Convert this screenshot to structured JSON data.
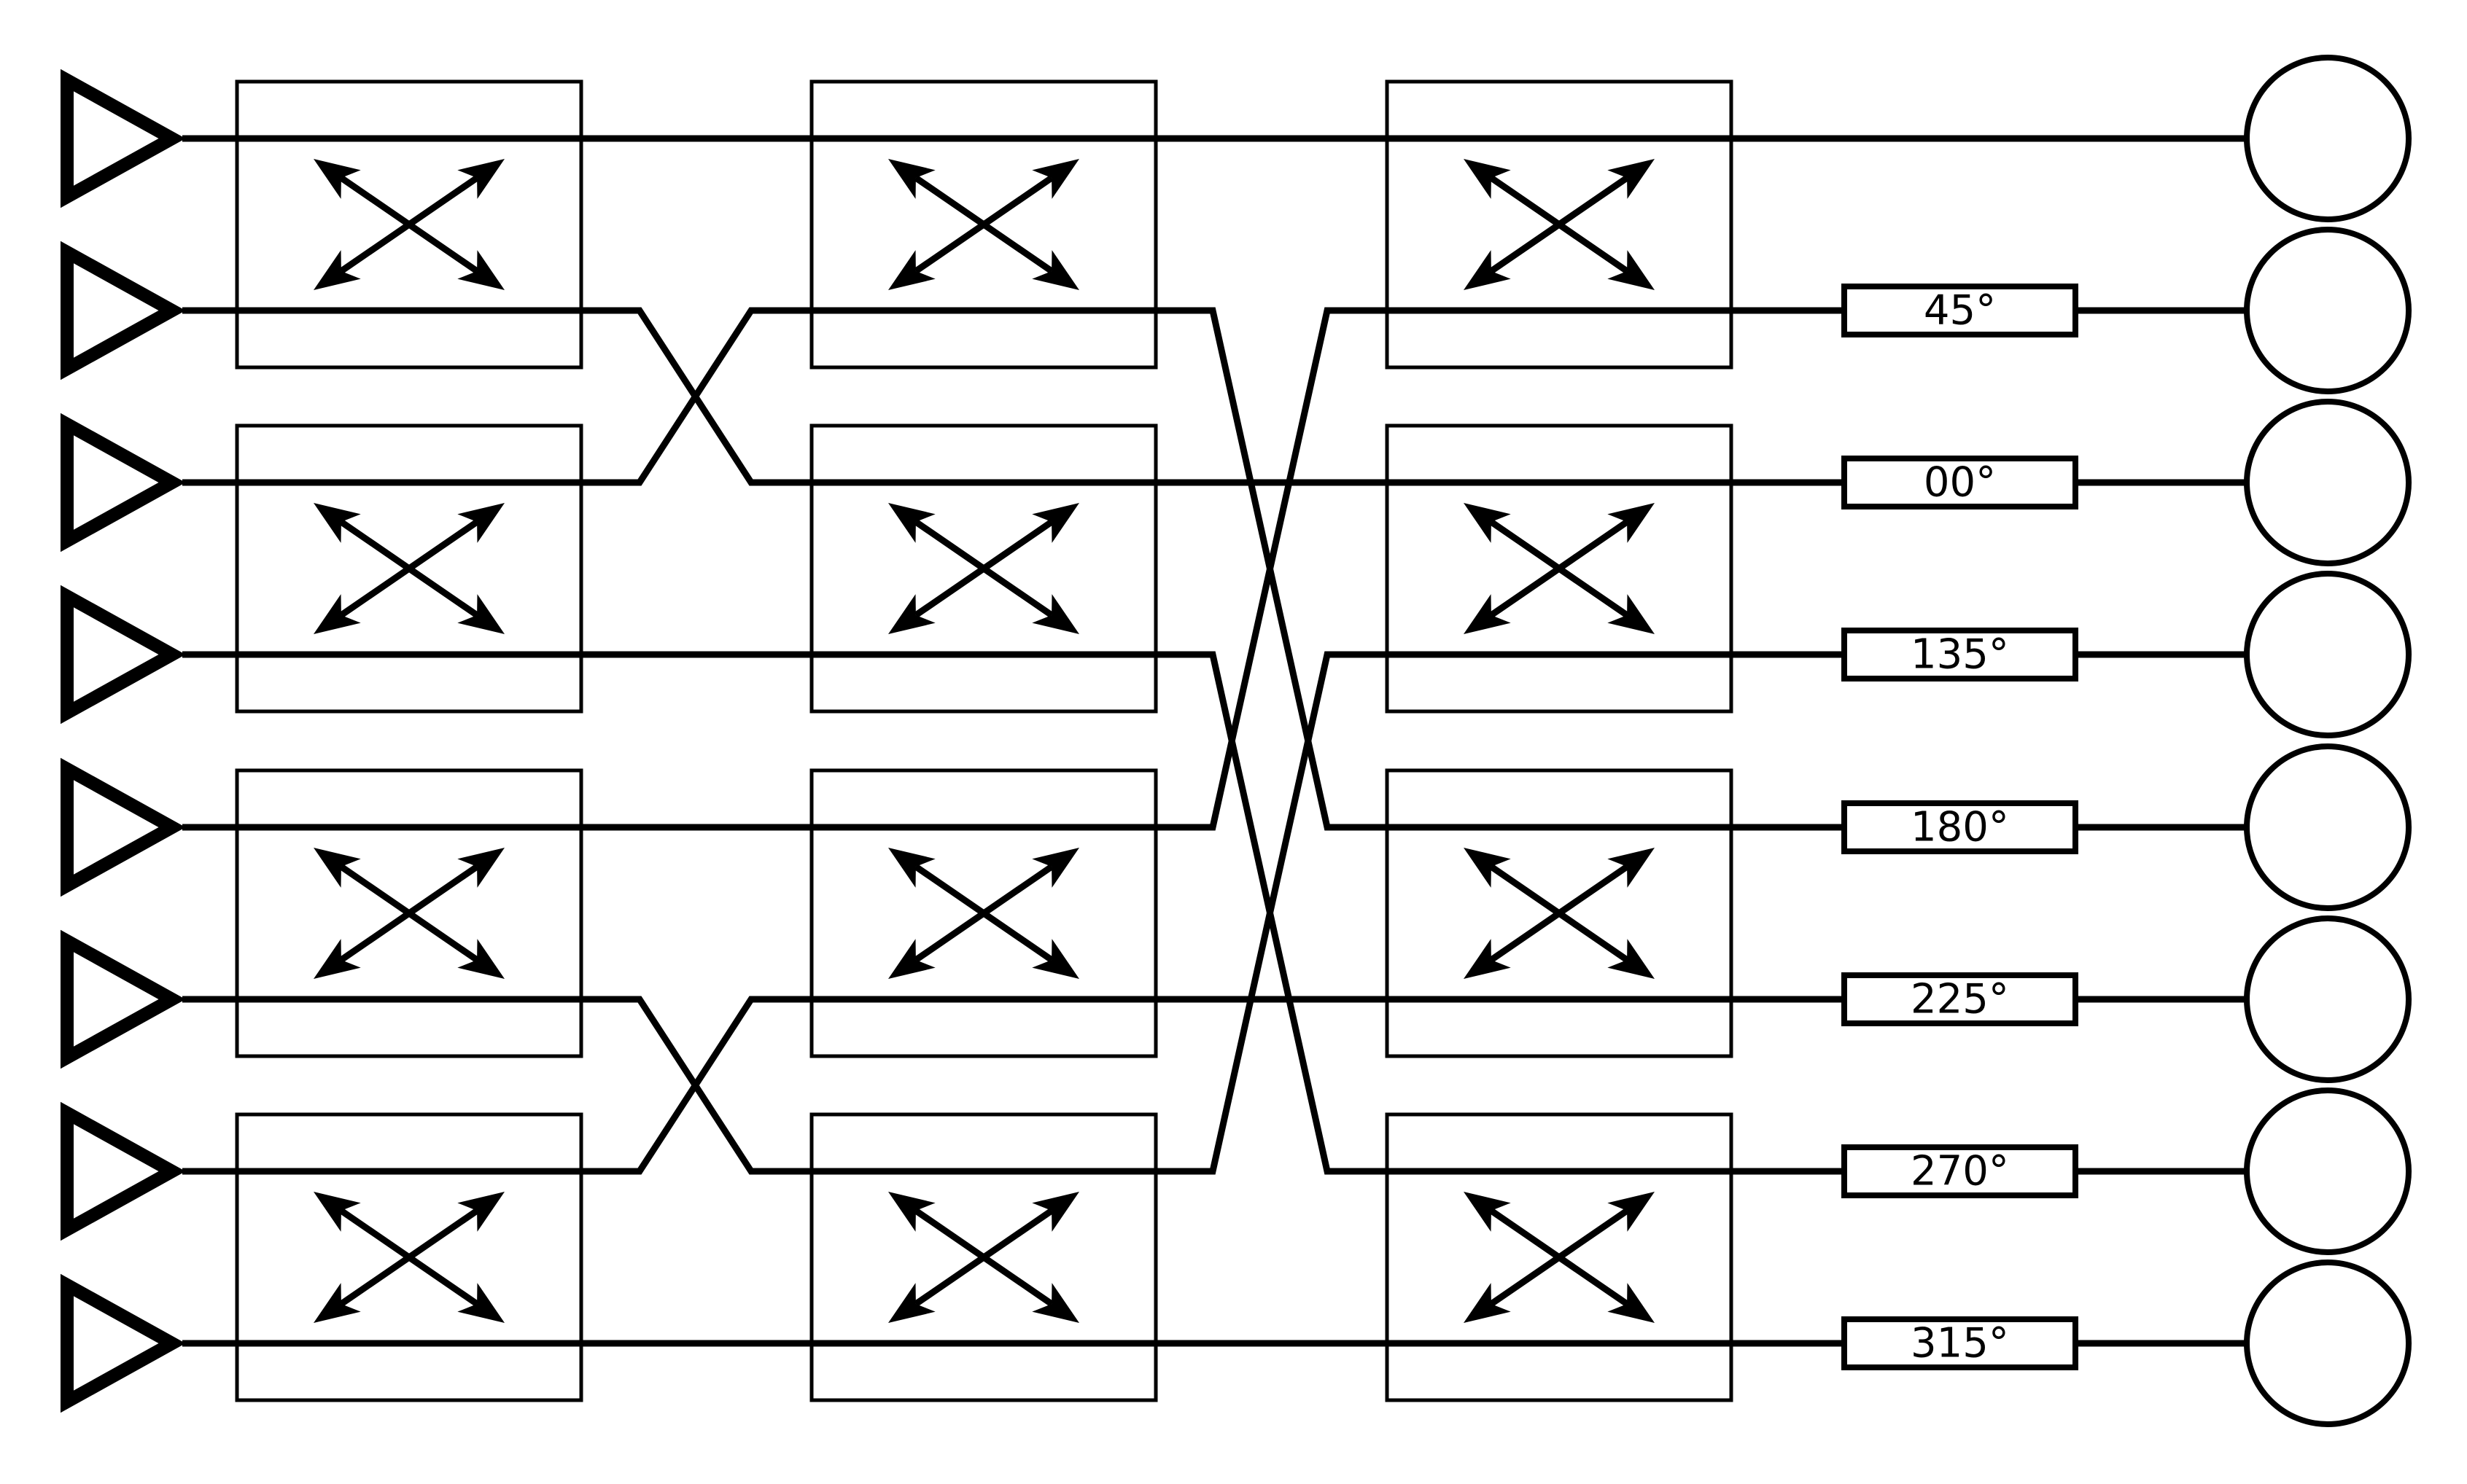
{
  "diagram": {
    "kind": "butler-matrix-beamforming-network",
    "colors": {
      "foreground": "#000000",
      "background": "#ffffff"
    },
    "inputs": {
      "count": 8,
      "symbol": "amplifier-triangle"
    },
    "outputs": {
      "count": 8,
      "symbol": "antenna-circle"
    },
    "coupler_stages": {
      "count": 3,
      "couplers_per_stage": 4,
      "symbol": "crossed-double-arrows"
    },
    "crossings": {
      "between_stage_1_and_2": [
        [
          2,
          3
        ],
        [
          6,
          7
        ]
      ],
      "between_stage_2_and_3": [
        [
          2,
          5
        ],
        [
          4,
          7
        ]
      ]
    },
    "phase_shifters": [
      {
        "output_row": 2,
        "label": "45°"
      },
      {
        "output_row": 3,
        "label": "00°"
      },
      {
        "output_row": 4,
        "label": "135°"
      },
      {
        "output_row": 5,
        "label": "180°"
      },
      {
        "output_row": 6,
        "label": "225°"
      },
      {
        "output_row": 7,
        "label": "270°"
      },
      {
        "output_row": 8,
        "label": "315°"
      }
    ]
  }
}
